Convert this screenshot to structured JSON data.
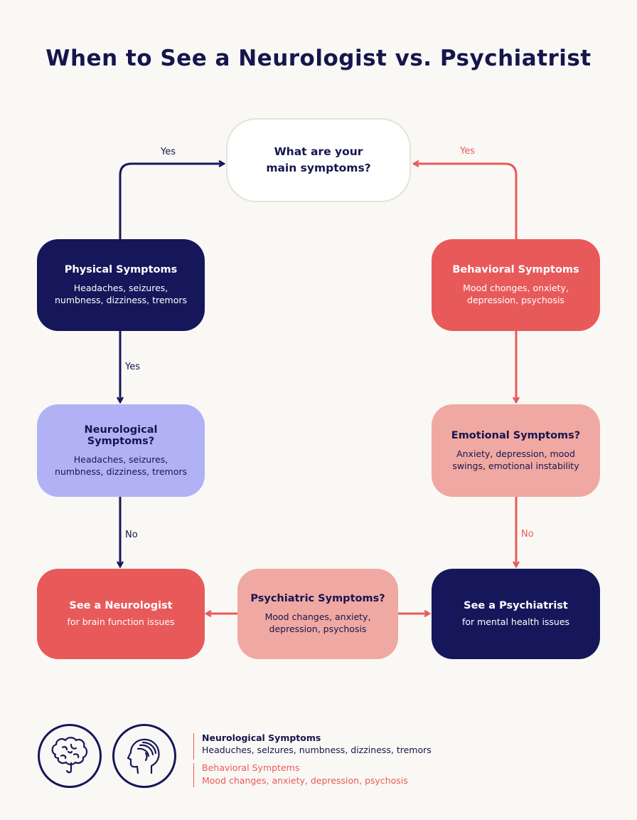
{
  "title": "When to See a Neurologist vs. Psychiatrist",
  "start": {
    "title": "What are your main symptoms?"
  },
  "physical": {
    "title": "Physical Symptoms",
    "desc": "Headaches, seizures, numbness, dizziness, tremors"
  },
  "behavioral": {
    "title": "Behavioral Symptoms",
    "desc": "Mood chonges, onxiety, depression, psychosis"
  },
  "neurological": {
    "title": "Neurological Symptoms?",
    "desc": "Headaches, seizures, numbness, dizziness, tremors"
  },
  "emotional": {
    "title": "Emotional Symptoms?",
    "desc": "Anxiety, depression, mood swings, emotional instability"
  },
  "neurologist": {
    "title": "See a Neurologist",
    "desc": "for brain function issues"
  },
  "psychiatric": {
    "title": "Psychiatric Symptoms?",
    "desc": "Mood changes, anxiety, depression, psychosis"
  },
  "psychiatrist": {
    "title": "See a Psychiatrist",
    "desc": "for mental health issues"
  },
  "edges": {
    "yes_left_top": "Yes",
    "yes_right_top": "Yes",
    "yes_left_mid": "Yes",
    "no_left": "No",
    "no_right": "No"
  },
  "legend": {
    "neuro_title": "Neurological Symptoms",
    "neuro_desc": "Headuches, selzures, numbness, dizziness, tremors",
    "behav_title": "Behavioral Symptems",
    "behav_desc": "Mood changes, anxiety, depression, psychosis"
  },
  "icons": [
    "brain-icon",
    "head-profile-icon"
  ],
  "colors": {
    "navy": "#16175a",
    "coral": "#e85a5a",
    "pink": "#f0a8a2",
    "lavender": "#b1b2f6",
    "background": "#faf8f4"
  }
}
